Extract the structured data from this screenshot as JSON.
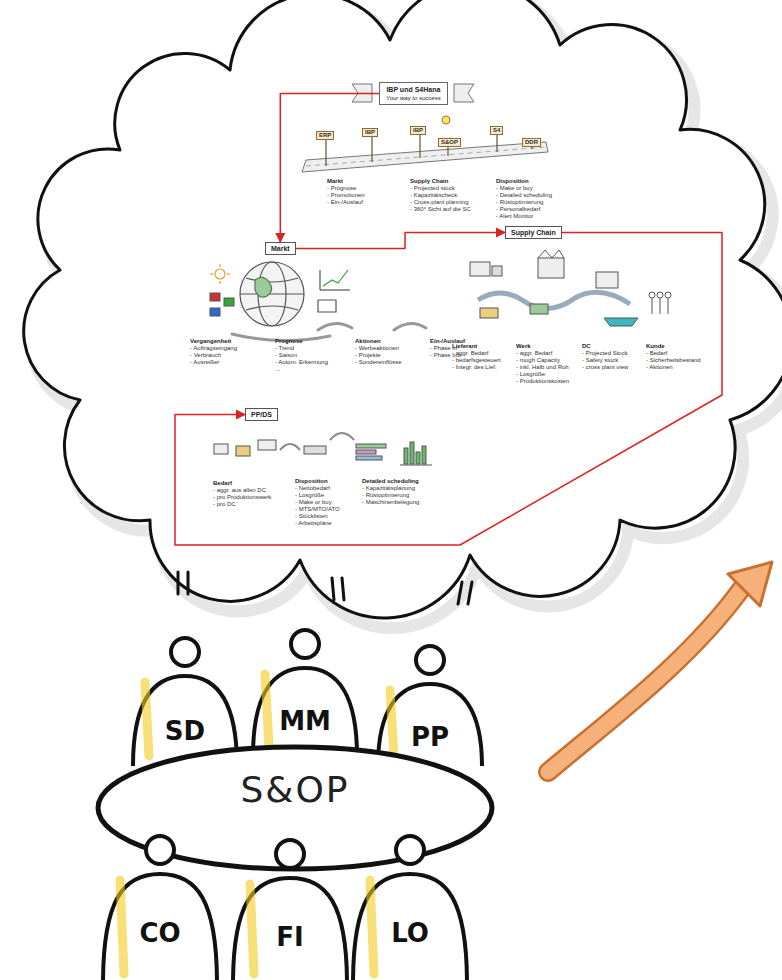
{
  "diagram": {
    "nodes": [
      {
        "text": [
          "IBP und S4Hana",
          "Your way to success"
        ]
      },
      {
        "text": [
          "Markt"
        ]
      },
      {
        "text": [
          "Supply Chain"
        ]
      },
      {
        "text": [
          "PP/DS"
        ]
      },
      {
        "text": [
          "SD"
        ]
      },
      {
        "text": [
          "MM"
        ]
      },
      {
        "text": [
          "PP"
        ]
      },
      {
        "text": [
          "S&OP"
        ]
      },
      {
        "text": [
          "CO"
        ]
      },
      {
        "text": [
          "FI"
        ]
      },
      {
        "text": [
          "LO"
        ]
      }
    ],
    "edges": [
      {
        "from": 0,
        "to": 1,
        "arrow": "to"
      },
      {
        "from": 1,
        "to": 2,
        "arrow": "to"
      },
      {
        "from": 2,
        "to": 3,
        "arrow": "to"
      }
    ],
    "labels": [
      "ERP",
      "IBP",
      "IBP",
      "S&OP",
      "S4",
      "DDR",
      "Markt",
      "- Prognose",
      "- Promotionen",
      "- Ein-/Auslauf",
      "Supply Chain",
      "- Projected stock",
      "- Kapazitätscheck",
      "- Cross-plant planning",
      "- 360° Sicht auf die SC",
      "Disposition",
      "- Make or buy",
      "- Detailed scheduling",
      "- Rüstoptimierung",
      "- Personalbedarf",
      "- Alert Monitor",
      "Vergangenheit",
      "- Auftragseingang",
      "- Verbrauch",
      "- Ausreißer",
      "Prognose",
      "- Trend",
      "- Saison",
      "- Autom. Erkennung",
      "...",
      "Aktionen",
      "- Werbeaktionen",
      "- Projekte",
      "- Sondereinflüsse",
      "Ein-/Auslauf",
      "- Phase in",
      "- Phase out",
      "Lieferant",
      "- aggr. Bedarf",
      "- bedarfsgesteuert",
      "- Integr. des Lief.",
      "Werk",
      "- aggr. Bedarf",
      "- rough Capacity",
      "- inkl. Halb und Roh",
      "- Losgröße",
      "- Produktionskosten",
      "DC",
      "- Projected Stock",
      "- Safety stock",
      "- cross plant view",
      "Kunde",
      "- Bedarf",
      "- Sicherheitsbestand",
      "- Aktionen",
      "Bedarf",
      "- aggr. aus allen DC",
      "- pro Produktionswerk",
      "- pro DC",
      "Disposition",
      "- Nettobedarf",
      "- Losgröße",
      "- Make or buy",
      "- MTS/MTO/ATO",
      "- Stücklisten",
      "- Arbeitspläne",
      "Detailed scheduling",
      "- Kapazitätsplanung",
      "- Rüstoptimierung",
      "- Maschinenbelegung"
    ]
  }
}
